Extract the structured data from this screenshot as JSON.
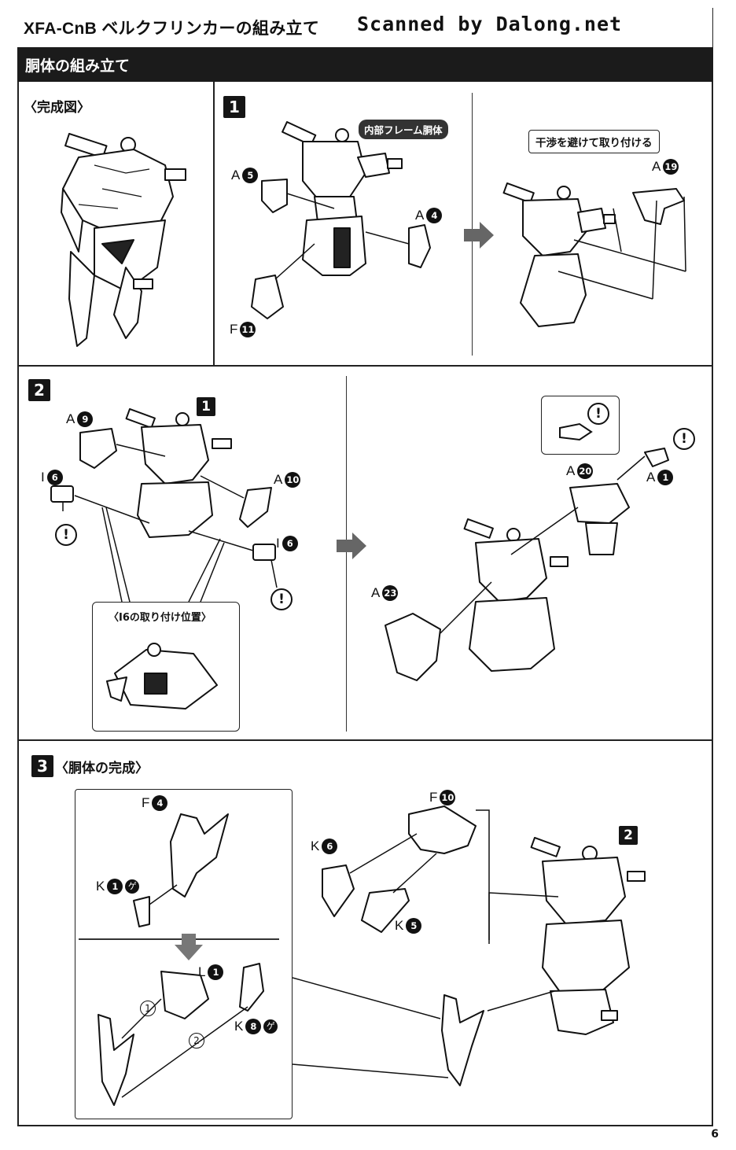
{
  "header": {
    "title": "XFA-CnB ベルクフリンカーの組み立て",
    "scanned_by": "Scanned by Dalong.net"
  },
  "section": {
    "title": "胴体の組み立て"
  },
  "complete_view": {
    "label": "〈完成図〉"
  },
  "step1": {
    "number": "1",
    "inner_frame_tag": "内部フレーム胴体",
    "avoid_note": "干渉を避けて取り付ける",
    "parts": {
      "a5": {
        "letter": "A",
        "num": "5"
      },
      "a4": {
        "letter": "A",
        "num": "4"
      },
      "f11": {
        "letter": "F",
        "num": "11"
      },
      "a19": {
        "letter": "A",
        "num": "19"
      }
    }
  },
  "step2": {
    "number": "2",
    "ref_step": "1",
    "position_label": "〈I6の取り付け位置〉",
    "parts": {
      "a9": {
        "letter": "A",
        "num": "9"
      },
      "i6_left": {
        "letter": "I",
        "num": "6"
      },
      "a10": {
        "letter": "A",
        "num": "10"
      },
      "i6_right": {
        "letter": "I",
        "num": "6"
      },
      "a20": {
        "letter": "A",
        "num": "20"
      },
      "a1": {
        "letter": "A",
        "num": "1"
      },
      "a23": {
        "letter": "A",
        "num": "23"
      }
    },
    "warn_symbol": "!"
  },
  "step3": {
    "number": "3",
    "label": "〈胴体の完成〉",
    "ref_step": "2",
    "parts": {
      "f4": {
        "letter": "F",
        "num": "4"
      },
      "k1": {
        "letter": "K",
        "num": "1"
      },
      "l1": {
        "letter": "L",
        "num": "1"
      },
      "k8": {
        "letter": "K",
        "num": "8"
      },
      "f10": {
        "letter": "F",
        "num": "10"
      },
      "k6": {
        "letter": "K",
        "num": "6"
      },
      "k5": {
        "letter": "K",
        "num": "5"
      }
    },
    "order_1": "1",
    "order_2": "2",
    "gate_symbol": "ゲ"
  },
  "page": {
    "number": "6"
  }
}
